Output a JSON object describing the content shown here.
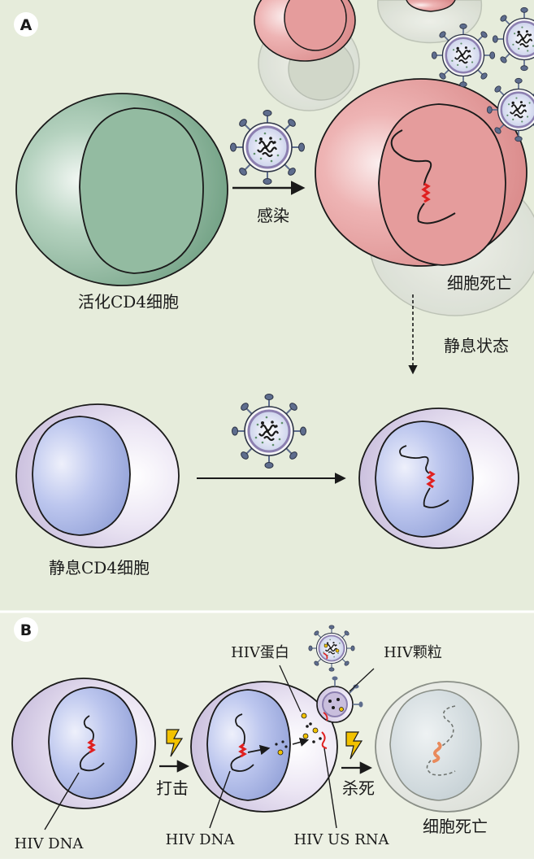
{
  "panel_a": {
    "letter": "A",
    "labels": {
      "activated_cell": "活化CD4细胞",
      "infection": "感染",
      "cell_death": "细胞死亡",
      "resting_state": "静息状态",
      "resting_cell": "静息CD4细胞"
    }
  },
  "panel_b": {
    "letter": "B",
    "labels": {
      "hiv_dna_left": "HIV DNA",
      "hiv_dna_middle": "HIV DNA",
      "hiv_protein": "HIV蛋白",
      "hiv_particle": "HIV颗粒",
      "hiv_us_rna": "HIV US RNA",
      "shock": "打击",
      "kill": "杀死",
      "cell_death": "细胞死亡"
    }
  },
  "colors": {
    "background_a": "#e6ecdb",
    "background_b": "#ecf0e3",
    "activated_cell": "#93bba1",
    "infected_cell": "#e7a3a3",
    "resting_cell_outer": "#dcd3ea",
    "resting_nucleus": "#a7b4e2",
    "integrated_dna": "#e02020",
    "virus_spike": "#5e6d8e"
  }
}
